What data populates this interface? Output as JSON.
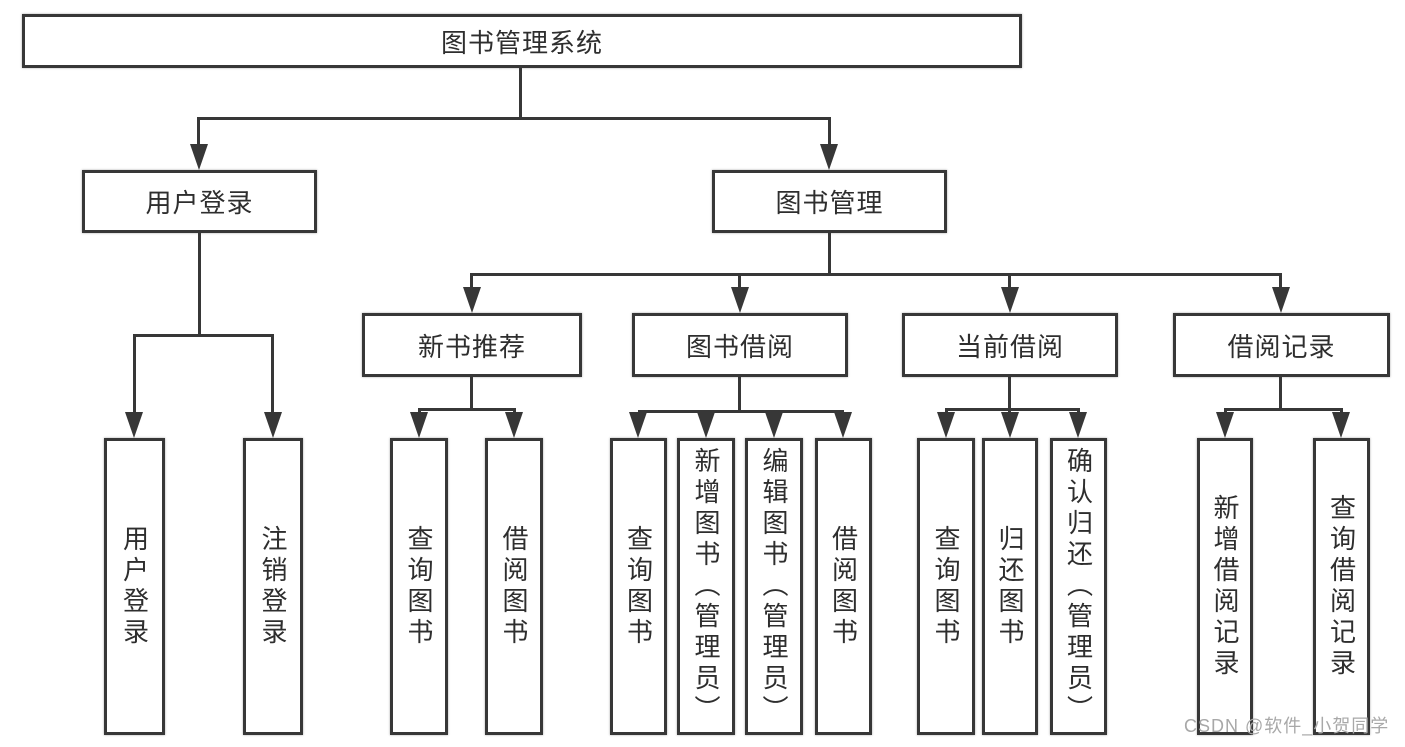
{
  "colors": {
    "line": "#373737",
    "text": "#2e2e2e",
    "box_fill": "#ffffff",
    "background": "#ffffff",
    "watermark": "#a8a8a8"
  },
  "tree": {
    "root": "图书管理系统",
    "branches": [
      {
        "label": "用户登录",
        "children": [
          "用户登录",
          "注销登录"
        ]
      },
      {
        "label": "图书管理",
        "groups": [
          {
            "label": "新书推荐",
            "children": [
              "查询图书",
              "借阅图书"
            ]
          },
          {
            "label": "图书借阅",
            "children": [
              "查询图书",
              "新增图书（管理员）",
              "编辑图书（管理员）",
              "借阅图书"
            ]
          },
          {
            "label": "当前借阅",
            "children": [
              "查询图书",
              "归还图书",
              "确认归还（管理员）"
            ]
          },
          {
            "label": "借阅记录",
            "children": [
              "新增借阅记录",
              "查询借阅记录"
            ]
          }
        ]
      }
    ]
  },
  "watermark": "CSDN @软件_小贺同学"
}
